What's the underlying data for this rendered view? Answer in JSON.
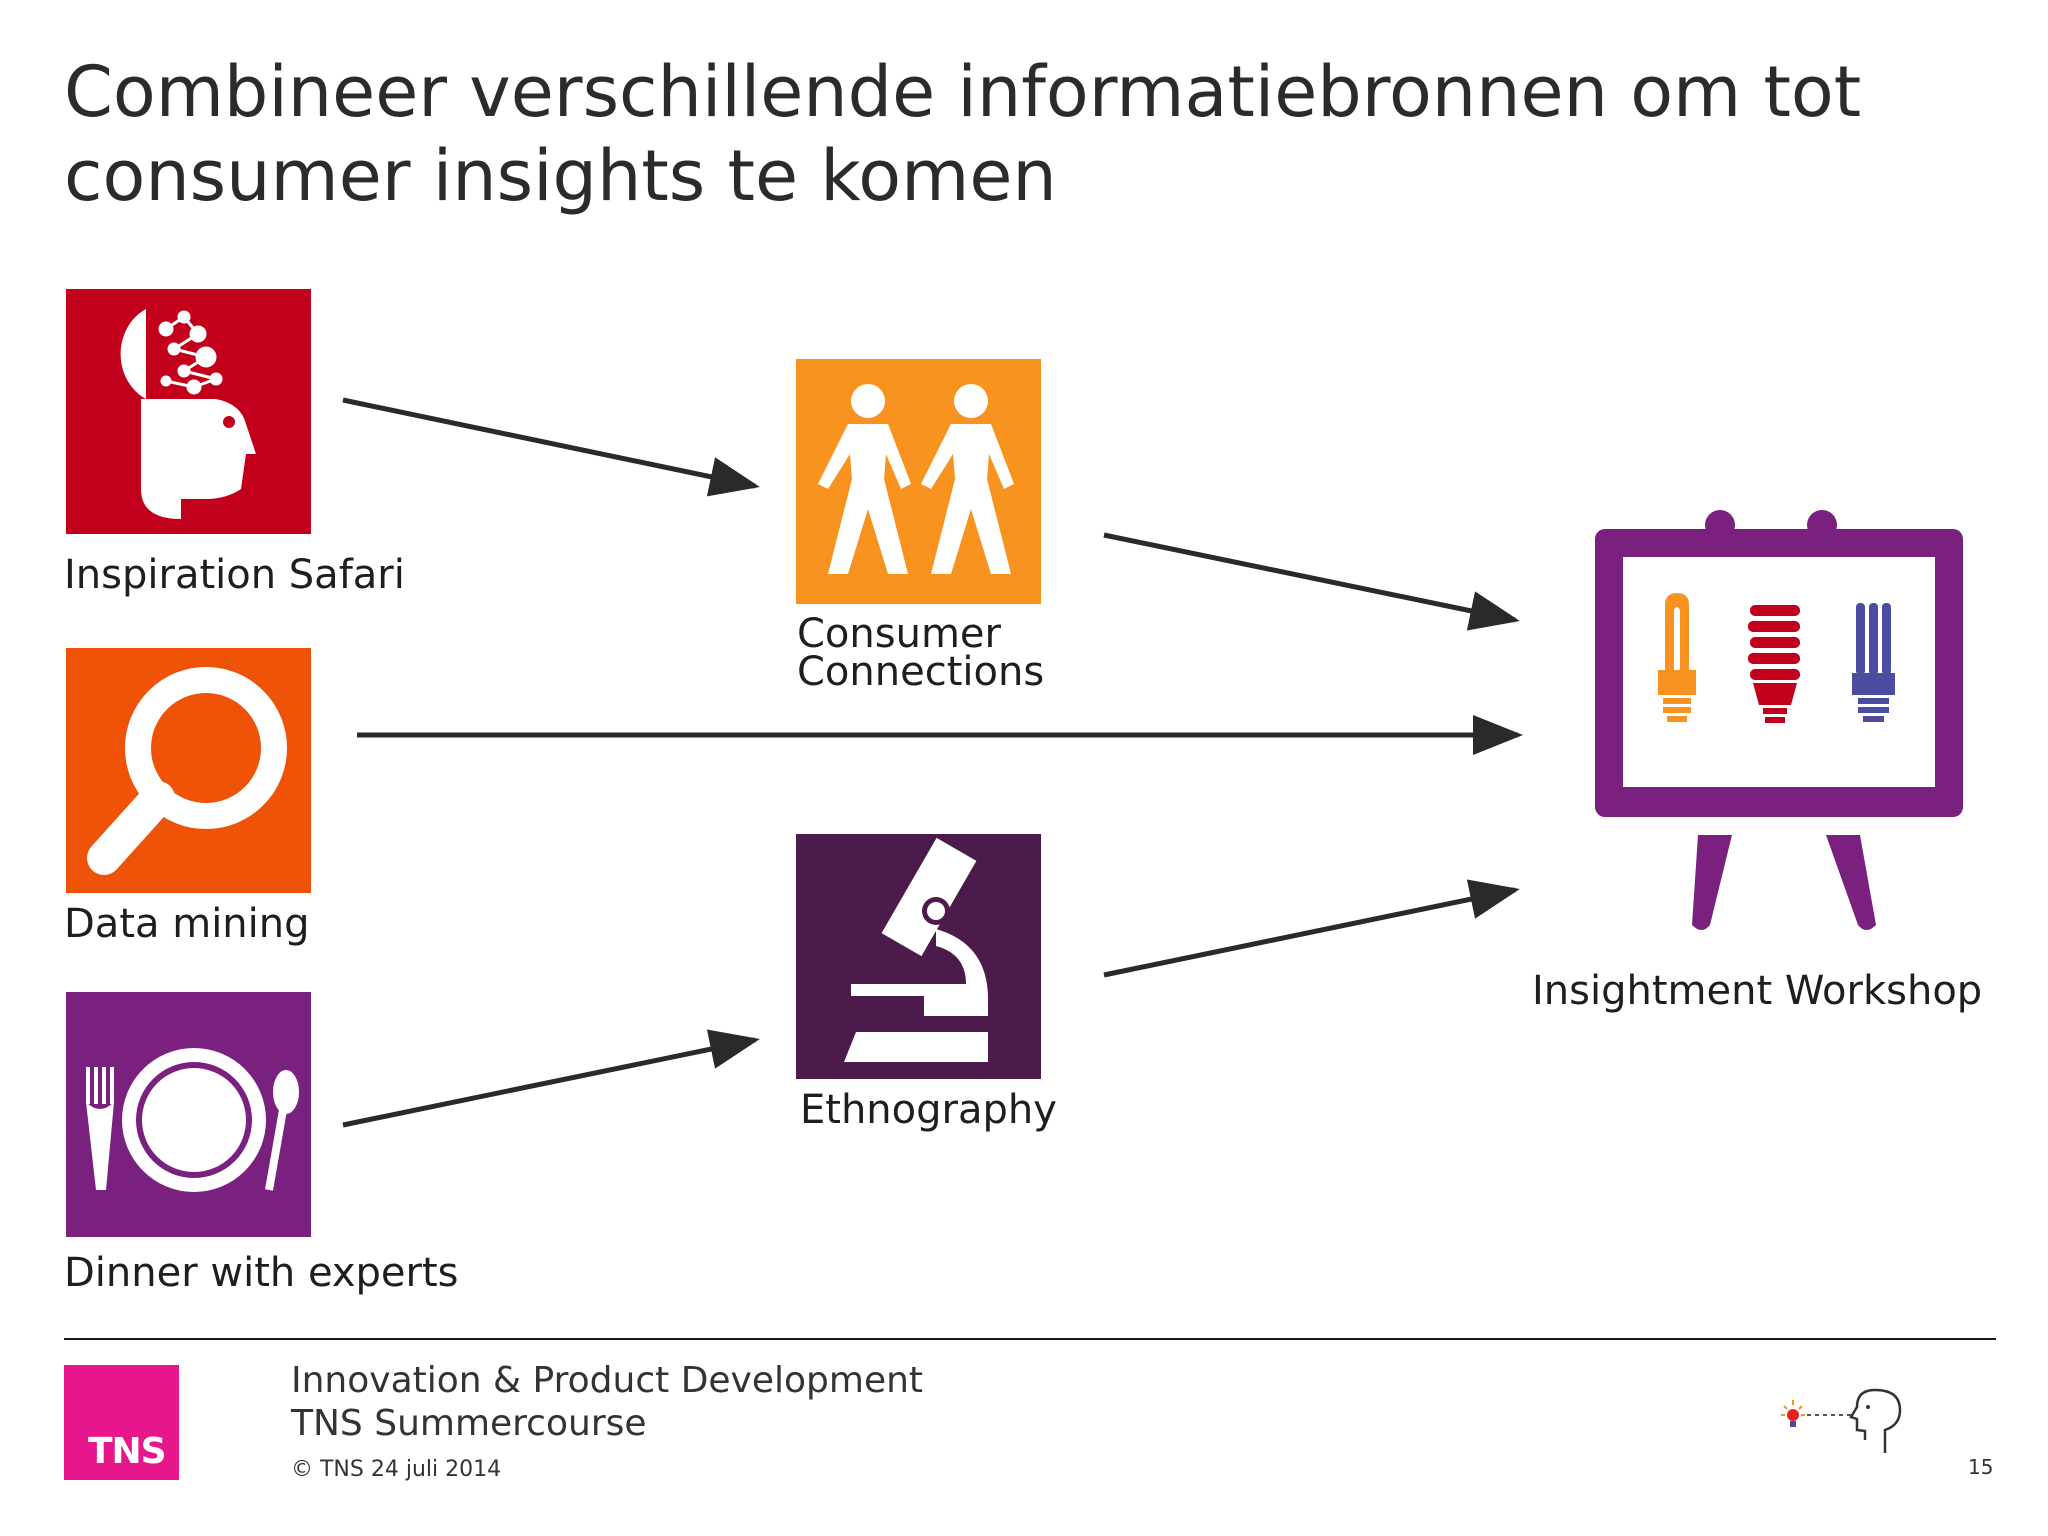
{
  "title": "Combineer verschillende informatiebronnen om tot consumer insights te komen",
  "colors": {
    "inspiration": "#c2001b",
    "data_mining": "#ee5307",
    "dinner": "#7a2180",
    "consumer": "#f7931e",
    "ethnography": "#4c1a4b",
    "workshop": "#7a2180",
    "bulb_orange": "#f7931e",
    "bulb_red": "#c2001b",
    "bulb_blue": "#4a4da0",
    "tns_logo": "#e8168b"
  },
  "nodes": {
    "inspiration_safari": {
      "label": "Inspiration Safari",
      "icon": "head-molecule-icon"
    },
    "data_mining": {
      "label": "Data mining",
      "icon": "magnifier-icon"
    },
    "dinner_experts": {
      "label": "Dinner with experts",
      "icon": "plate-cutlery-icon"
    },
    "consumer_connections": {
      "label_line1": "Consumer",
      "label_line2": "Connections",
      "icon": "two-people-icon"
    },
    "ethnography": {
      "label": "Ethnography",
      "icon": "microscope-icon"
    },
    "insightment_workshop": {
      "label": "Insightment Workshop",
      "icon": "easel-lightbulbs-icon"
    }
  },
  "edges": [
    {
      "from": "inspiration_safari",
      "to": "consumer_connections"
    },
    {
      "from": "consumer_connections",
      "to": "insightment_workshop"
    },
    {
      "from": "data_mining",
      "to": "insightment_workshop"
    },
    {
      "from": "dinner_experts",
      "to": "ethnography"
    },
    {
      "from": "ethnography",
      "to": "insightment_workshop"
    }
  ],
  "footer": {
    "line1": "Innovation & Product Development",
    "line2": "TNS Summercourse",
    "copyright": "© TNS 24 juli 2014",
    "page_number": "15",
    "logo_text": "TNS"
  }
}
